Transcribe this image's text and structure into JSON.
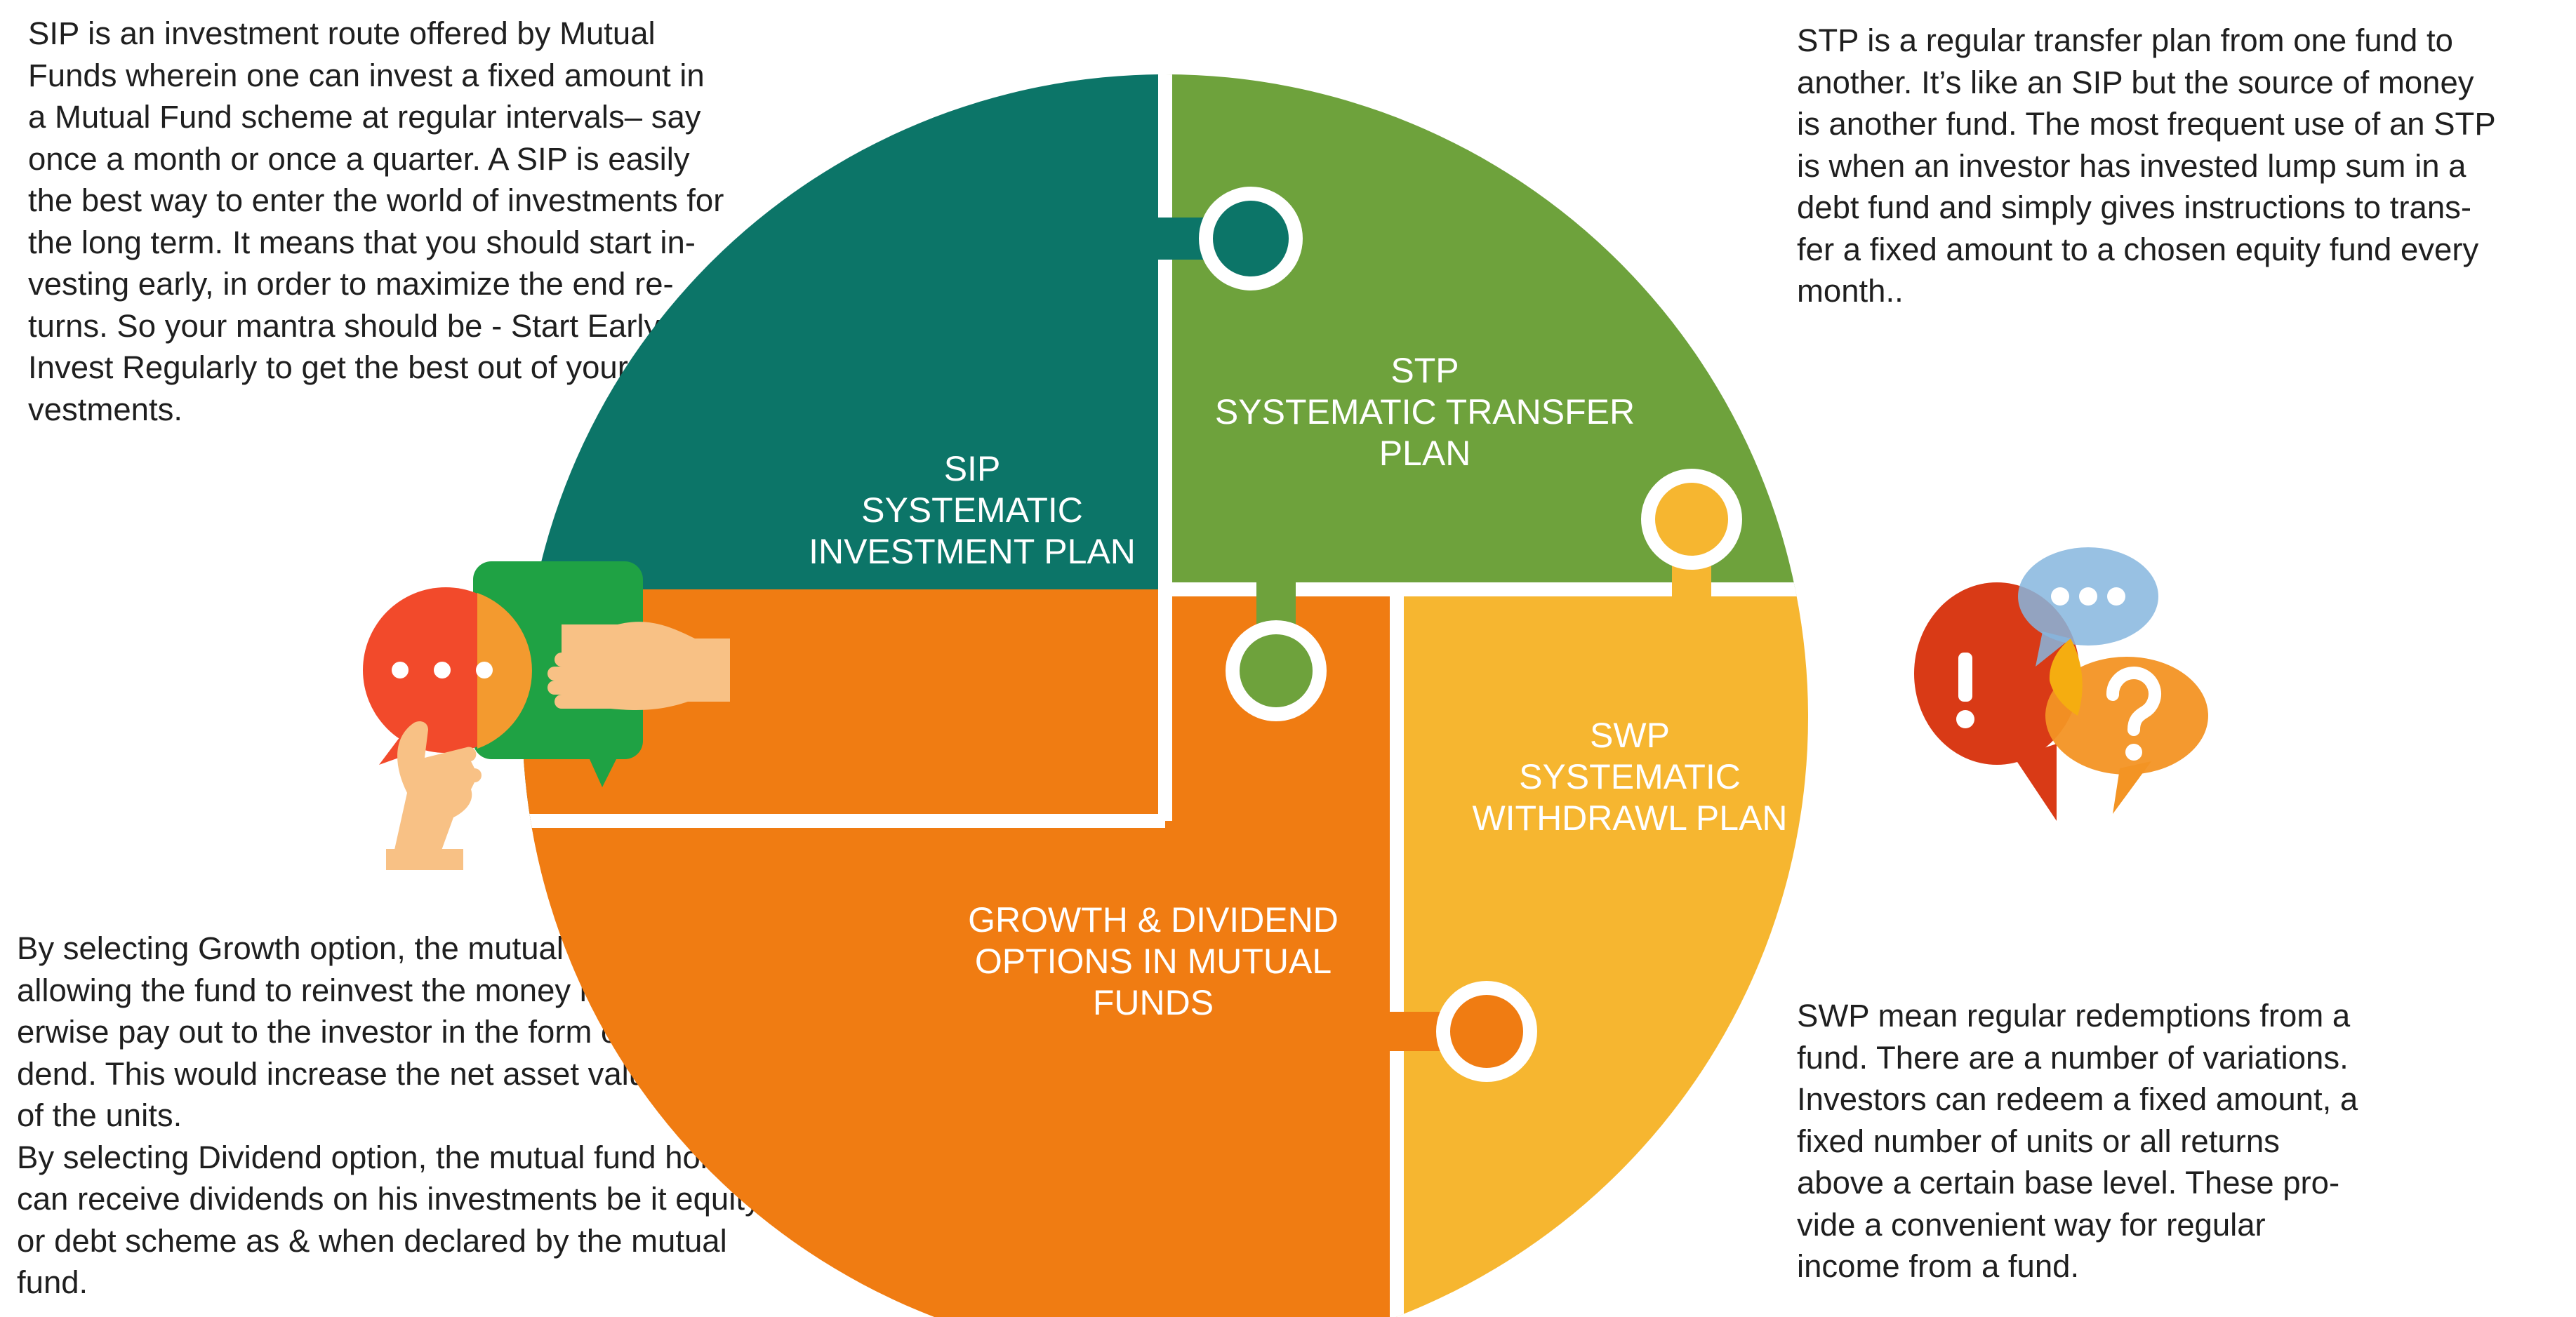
{
  "paragraphs": {
    "sip": [
      "SIP is an investment route offered by Mutual",
      "Funds wherein one can invest a fixed amount in",
      "a Mutual Fund scheme at regular intervals– say",
      "once a month or once a quarter. A SIP is easily",
      "the best way to enter the world of investments for",
      "the long term. It means that you should start in-",
      "vesting early, in order to maximize the end re-",
      "turns. So your mantra should be - Start Early,",
      "Invest Regularly to get the best out of your in-",
      "vestments."
    ],
    "stp": [
      "STP is a regular transfer plan from one fund to",
      "another. It’s like an SIP but the source of money",
      "is another fund. The most frequent use of an STP",
      "is when an investor has invested lump sum in a",
      "debt fund and simply gives instructions to trans-",
      "fer a fixed amount to a chosen equity fund every",
      "month.."
    ],
    "growth_dividend": [
      "By selecting Growth option, the mutual fund holder is",
      "allowing the fund to reinvest the money it would oth-",
      "erwise pay out to the investor in the form of a divi-",
      "dend. This would increase the net asset value (NAV)",
      "of the units.",
      "By selecting Dividend option, the mutual fund holder",
      "can receive dividends on his investments be it equity",
      "or debt scheme as & when declared by the mutual",
      "fund."
    ],
    "swp": [
      "SWP mean regular redemptions from a",
      "fund. There are a number of variations.",
      "Investors can redeem a fixed amount, a",
      "fixed number of units or all returns",
      "above a certain base level. These pro-",
      "vide a convenient way for regular",
      "income from a fund."
    ]
  },
  "puzzle": {
    "sip": {
      "lines": [
        "SIP",
        "SYSTEMATIC",
        "INVESTMENT PLAN"
      ],
      "color": "#0c7568"
    },
    "stp": {
      "lines": [
        "STP",
        "SYSTEMATIC TRANSFER",
        "PLAN"
      ],
      "color": "#6ea23c"
    },
    "gd": {
      "lines": [
        "GROWTH & DIVIDEND",
        "OPTIONS IN MUTUAL",
        "FUNDS"
      ],
      "color": "#f07c12"
    },
    "swp": {
      "lines": [
        "SWP",
        "SYSTEMATIC",
        "WITHDRAWL PLAN"
      ],
      "color": "#f6b630"
    }
  },
  "icons": {
    "left": "chat-bubbles-hands-icon",
    "right": "speech-bubbles-question-icon"
  }
}
